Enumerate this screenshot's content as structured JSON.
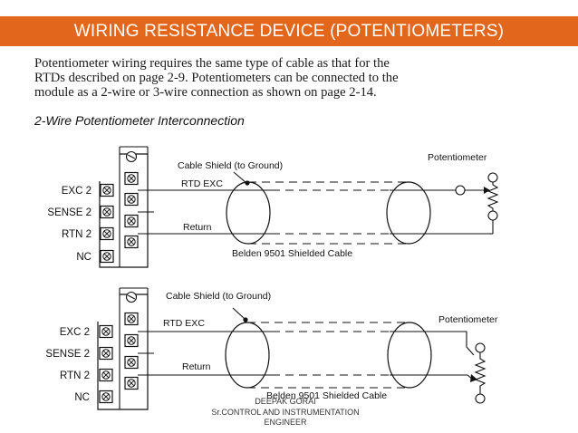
{
  "slide": {
    "title": "WIRING RESISTANCE DEVICE (POTENTIOMETERS)",
    "intro_lines": [
      "Potentiometer wiring requires the same type of cable as that for the",
      "RTDs described on page 2-9. Potentiometers can be connected to the",
      "module as a 2-wire or 3-wire connection as shown on page 2-14."
    ],
    "section_heading": "2-Wire Potentiometer Interconnection",
    "footer": {
      "line1": "DEEPAK GORAI",
      "line2": "Sr.CONTROL AND INSTRUMENTATION",
      "line3": "ENGINEER"
    }
  },
  "diagram_top": {
    "terminals": [
      "EXC 2",
      "SENSE 2",
      "RTN 2",
      "NC"
    ],
    "cable_shield": "Cable Shield (to Ground)",
    "rtd_exc": "RTD EXC",
    "return": "Return",
    "cable": "Belden 9501 Shielded Cable",
    "device": "Potentiometer"
  },
  "diagram_bottom": {
    "terminals": [
      "EXC 2",
      "SENSE 2",
      "RTN 2",
      "NC"
    ],
    "cable_shield": "Cable Shield (to Ground)",
    "rtd_exc": "RTD EXC",
    "return": "Return",
    "cable": "Belden 9501 Shielded Cable",
    "device": "Potentiometer"
  },
  "colors": {
    "title_bar": "#e2671d",
    "title_text": "#ffffff",
    "line": "#111111"
  }
}
